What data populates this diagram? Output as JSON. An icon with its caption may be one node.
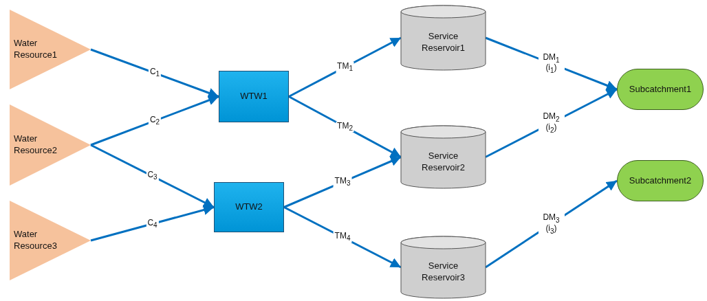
{
  "diagram": {
    "nodes": [
      {
        "text": [
          "Water Resource1"
        ]
      },
      {
        "text": [
          "Water Resource2"
        ]
      },
      {
        "text": [
          "Water Resource3"
        ]
      },
      {
        "text": [
          "WTW1"
        ]
      },
      {
        "text": [
          "WTW2"
        ]
      },
      {
        "text": [
          "Service Reservoir1"
        ]
      },
      {
        "text": [
          "Service Reservoir2"
        ]
      },
      {
        "text": [
          "Service Reservoir3"
        ]
      },
      {
        "text": [
          "Subcatchment1"
        ]
      },
      {
        "text": [
          "Subcatchment2"
        ]
      }
    ],
    "edges": [
      {
        "from": 0,
        "to": 3,
        "arrow": "to",
        "label": "C$_{1}$"
      },
      {
        "from": 1,
        "to": 3,
        "arrow": "to",
        "label": "C$_{2}$"
      },
      {
        "from": 1,
        "to": 4,
        "arrow": "to",
        "label": "C$_{3}$"
      },
      {
        "from": 2,
        "to": 4,
        "arrow": "to",
        "label": "C$_{4}$"
      },
      {
        "from": 3,
        "to": 5,
        "arrow": "to",
        "label": "TM$_{1}$"
      },
      {
        "from": 3,
        "to": 6,
        "arrow": "to",
        "label": "TM$_{2}$"
      },
      {
        "from": 4,
        "to": 6,
        "arrow": "to",
        "label": "TM$_{3}$"
      },
      {
        "from": 4,
        "to": 7,
        "arrow": "to",
        "label": "TM$_{4}$"
      },
      {
        "from": 5,
        "to": 8,
        "arrow": "to",
        "label": "DM$_{1}$ (i$_{1}$)"
      },
      {
        "from": 6,
        "to": 8,
        "arrow": "to",
        "label": "DM$_{2}$ (i$_{2}$)"
      },
      {
        "from": 7,
        "to": 9,
        "arrow": "to",
        "label": "DM$_{3}$ (i$_{3}$)"
      }
    ]
  }
}
